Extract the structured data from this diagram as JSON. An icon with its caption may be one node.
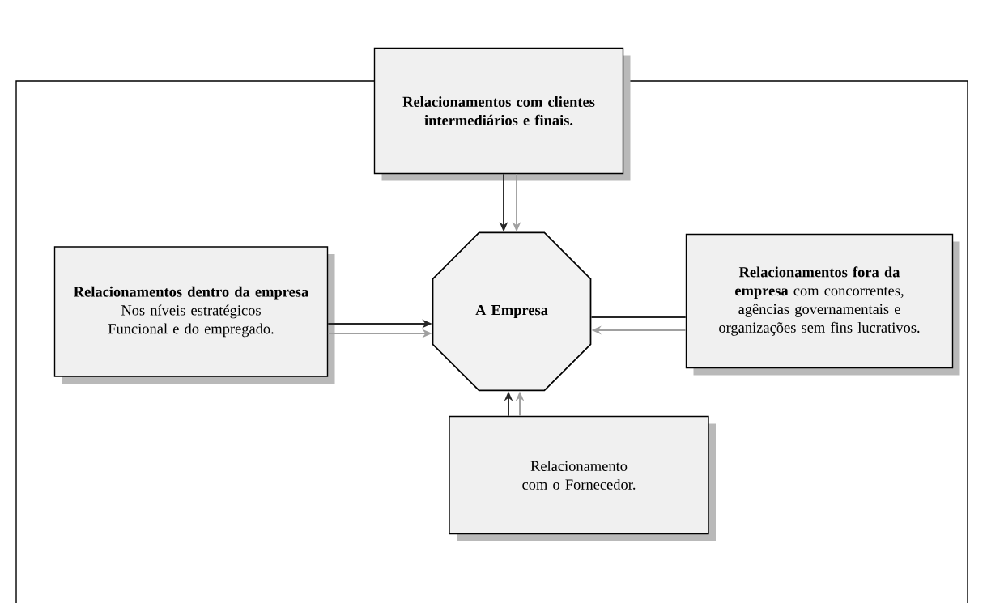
{
  "diagram": {
    "nodes": [
      {
        "text": [
          "Relacionamentos com clientes intermediários e finais."
        ]
      },
      {
        "text": [
          "Relacionamentos dentro da empresa",
          "Nos níveis estratégicos Funcional e do empregado."
        ]
      },
      {
        "text": [
          "A Empresa"
        ]
      },
      {
        "text": [
          "**Relacionamentos fora da empresa** com concorrentes, agências governamentais e organizações sem fins lucrativos."
        ]
      },
      {
        "text": [
          "Relacionamento com o Fornecedor."
        ]
      }
    ],
    "edges": [
      {
        "from": 0,
        "to": 2,
        "arrow": "to"
      },
      {
        "from": 0,
        "to": 2,
        "arrow": "to",
        "color": "#a0a0a0"
      },
      {
        "from": 1,
        "to": 2,
        "arrow": "to"
      },
      {
        "from": 1,
        "to": 2,
        "arrow": "to",
        "color": "#a0a0a0"
      },
      {
        "from": 3,
        "to": 2,
        "arrow": "none"
      },
      {
        "from": 3,
        "to": 2,
        "arrow": "to",
        "color": "#a0a0a0"
      },
      {
        "from": 4,
        "to": 2,
        "arrow": "to"
      },
      {
        "from": 4,
        "to": 2,
        "arrow": "to",
        "color": "#a0a0a0"
      }
    ]
  }
}
